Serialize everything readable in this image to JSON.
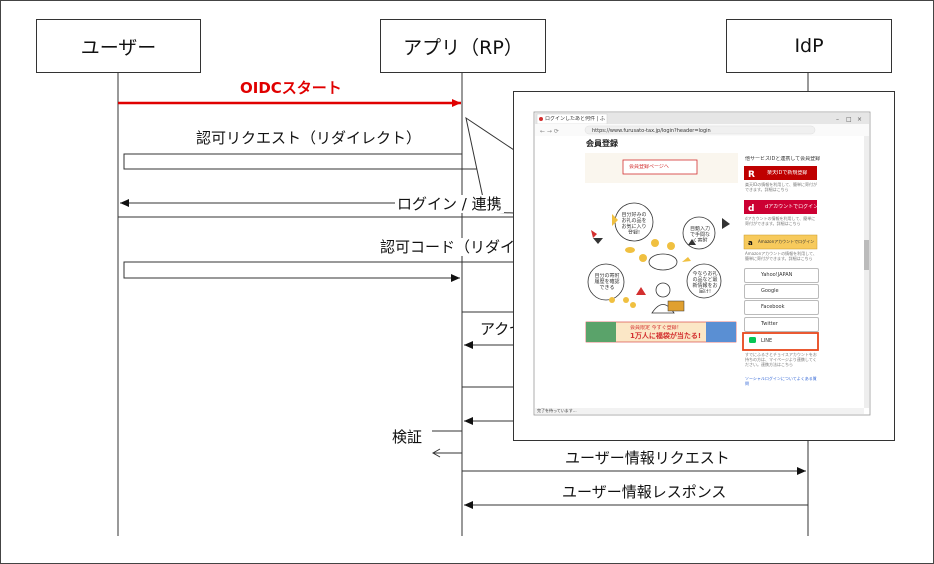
{
  "actors": {
    "user": "ユーザー",
    "app": "アプリ（RP）",
    "idp": "IdP"
  },
  "messages": {
    "oidc_start": "OIDCスタート",
    "authz_request": "認可リクエスト（リダイレクト）",
    "login": "ログイン / 連携",
    "authz_code": "認可コード（リダイレ",
    "access": "アクセ",
    "verify": "検証",
    "userinfo_request": "ユーザー情報リクエスト",
    "userinfo_response": "ユーザー情報レスポンス"
  },
  "screenshot": {
    "tab_title": "ログインしたあと何件 | ふるさとチョイ",
    "url": "https://www.furusato-tax.jp/login?header=login",
    "page_heading": "会員登録",
    "register_button": "会員登録ページへ",
    "illus_bubble1": "自分好みのお礼の品をお気に入り登録!",
    "illus_bubble2": "自動入力で手間なく寄附",
    "illus_bubble3": "自分の寄附履歴を確認できる",
    "illus_bubble4": "今ならお礼の品など最新情報をお届け!",
    "banner_text1": "会員限定 今すぐ登録！",
    "banner_text2": "1万人に福袋が当たる!",
    "side_title": "他サービスIDと連携して会員登録",
    "rakuten_label": "楽天IDで新規登録",
    "rakuten_note": "楽天IDの情報を利用して、簡単に寄付ができます。詳細はこちら",
    "d_label": "dアカウントでログイン",
    "d_note": "dアカウントの情報を利用して、簡単に寄付ができます。詳細はこちら",
    "amazon_label": "Amazonアカウントでログイン",
    "amazon_note": "Amazonアカウントの情報を利用して、簡単に寄付ができます。詳細はこちら",
    "yahoo_label": "Yahoo!JAPAN",
    "google_label": "Google",
    "facebook_label": "Facebook",
    "twitter_label": "Twitter",
    "line_label": "LINE",
    "sns_note": "すでにふるさとチョイスアカウントをお持ちの方は、マイページより連携してください。連携方法はこちら",
    "sns_faq": "ソーシャルログインについてよくある質問",
    "status_text": "完了を待っています..."
  },
  "colors": {
    "oidc_arrow": "#e00000",
    "highlight_border": "#e8471c",
    "rakuten_red": "#bf0000",
    "d_red": "#cc0033",
    "amazon_gold": "#f7ca5c",
    "furusato_red": "#d32f2f"
  }
}
